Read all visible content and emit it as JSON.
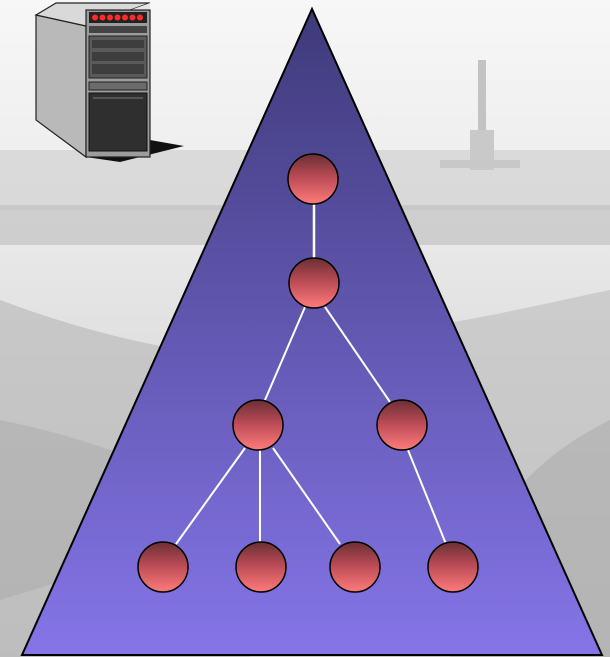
{
  "diagram": {
    "type": "tree-in-triangle",
    "colors": {
      "triangle_top": "#3f3a7a",
      "triangle_bottom": "#8575e8",
      "triangle_stroke": "#000000",
      "node_top": "#6b2f34",
      "node_bottom": "#ff7b7b",
      "edge": "#ffffff",
      "background_photo": "#d8d8d8"
    },
    "server_icon": {
      "name": "server-tower-icon",
      "indicator_color": "#ff2a2a",
      "indicator_count": 7
    },
    "tree": {
      "levels": 4,
      "nodes": [
        "root",
        "child",
        "left",
        "right",
        "leaf-1",
        "leaf-2",
        "leaf-3",
        "leaf-4"
      ],
      "edges": [
        [
          "root",
          "child"
        ],
        [
          "child",
          "left"
        ],
        [
          "child",
          "right"
        ],
        [
          "left",
          "leaf-1"
        ],
        [
          "left",
          "leaf-2"
        ],
        [
          "left",
          "leaf-3"
        ],
        [
          "right",
          "leaf-4"
        ]
      ]
    }
  }
}
